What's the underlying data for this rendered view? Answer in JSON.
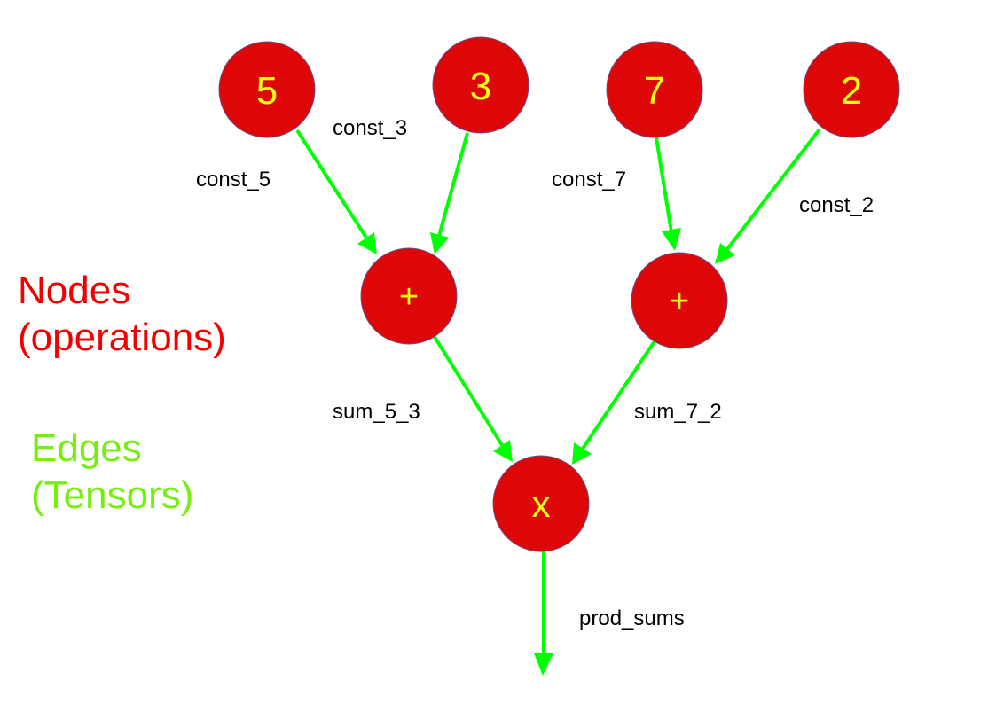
{
  "colors": {
    "node_fill": "#dd0707",
    "node_text": "#ffff10",
    "node_outline": "#6a4e8c",
    "edge": "#00ff00",
    "edge_label": "#000000",
    "legend_nodes": "#ee0000",
    "legend_edges": "#77ee11"
  },
  "nodes": {
    "const_5": "5",
    "const_3": "3",
    "const_7": "7",
    "const_2": "2",
    "sum_5_3": "+",
    "sum_7_2": "+",
    "prod": "x"
  },
  "edges": {
    "const_5": "const_5",
    "const_3": "const_3",
    "const_7": "const_7",
    "const_2": "const_2",
    "sum_5_3": "sum_5_3",
    "sum_7_2": "sum_7_2",
    "prod_sums": "prod_sums"
  },
  "legend": {
    "nodes_line1": "Nodes",
    "nodes_line2": "(operations)",
    "edges_line1": "Edges",
    "edges_line2": "(Tensors)"
  }
}
